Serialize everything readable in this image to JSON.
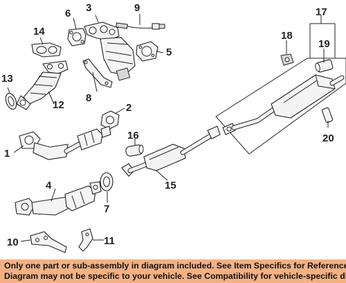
{
  "callouts": {
    "c1": "1",
    "c2": "2",
    "c3": "3",
    "c4": "4",
    "c5": "5",
    "c6": "6",
    "c7": "7",
    "c8": "8",
    "c9": "9",
    "c10": "10",
    "c11": "11",
    "c12": "12",
    "c13": "13",
    "c14": "14",
    "c15": "15",
    "c16": "16",
    "c17": "17",
    "c18": "18",
    "c19": "19",
    "c20": "20"
  },
  "disclaimer": {
    "line1": "Only one part or sub-assembly in diagram included. See Item Specifics for Reference #.",
    "line2": "Diagram may not be specific to your vehicle. See Compatibility for vehicle-specific diagrams."
  },
  "colors": {
    "banner": "#f4b183",
    "ink": "#222222"
  }
}
